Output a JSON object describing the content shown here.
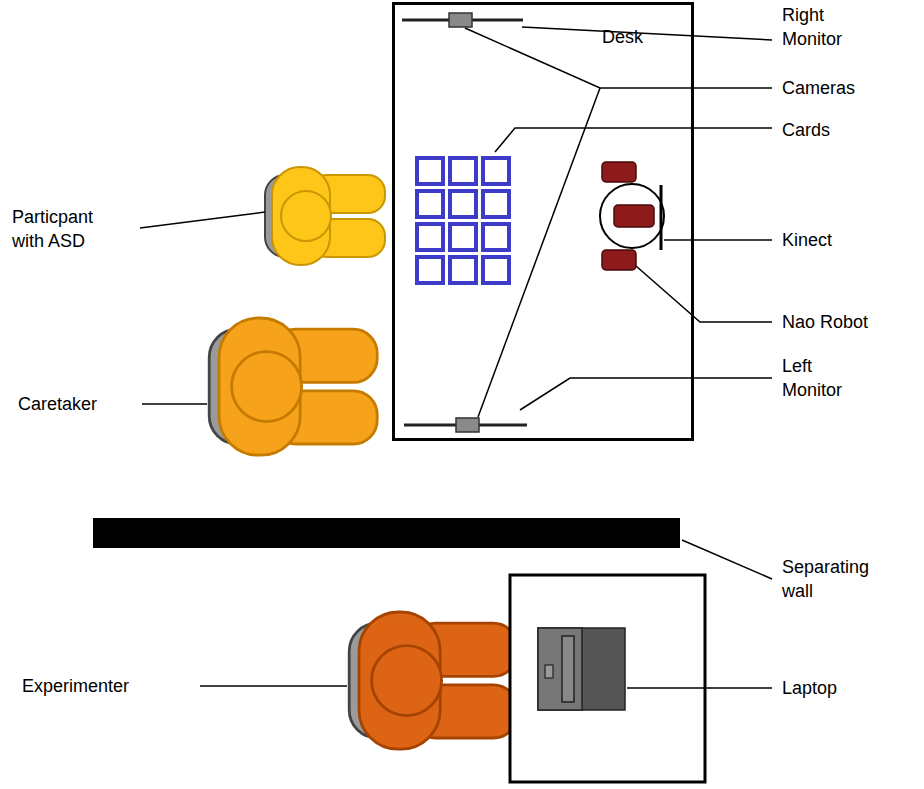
{
  "diagram": {
    "nodes": [
      {
        "text": [
          "Desk"
        ]
      }
    ],
    "labels": [
      "Right Monitor",
      "Cameras",
      "Cards",
      "Particpant with ASD",
      "Kinect",
      "Nao Robot",
      "Caretaker",
      "Left Monitor",
      "Separating wall",
      "Experimenter",
      "Laptop"
    ]
  }
}
